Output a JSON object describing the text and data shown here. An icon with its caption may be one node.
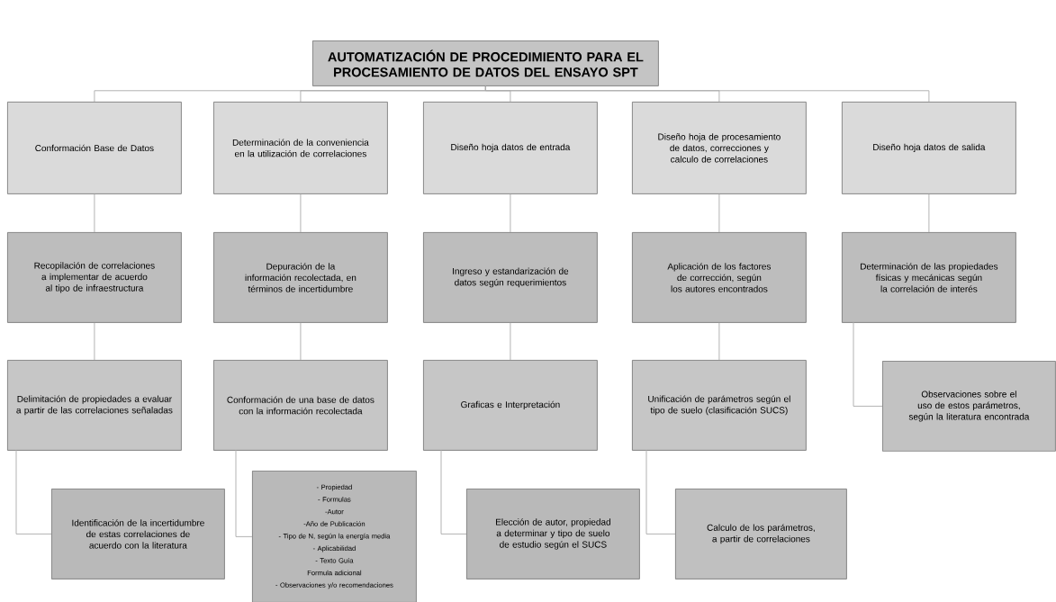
{
  "diagram": {
    "nodes": [
      {
        "text": [
          "AUTOMATIZACIÓN DE PROCEDIMIENTO PARA EL PROCESAMIENTO DE DATOS DEL ENSAYO SPT"
        ]
      },
      {
        "text": [
          "Conformación Base de Datos"
        ]
      },
      {
        "text": [
          "Determinación de la conveniencia en la utilización de correlaciones"
        ]
      },
      {
        "text": [
          "Diseño hoja datos de entrada"
        ]
      },
      {
        "text": [
          "Diseño hoja de procesamiento de datos, correcciones y calculo de correlaciones"
        ]
      },
      {
        "text": [
          "Diseño hoja datos de salida"
        ]
      },
      {
        "text": [
          "Recopilación de correlaciones a implementar de acuerdo al tipo de infraestructura"
        ]
      },
      {
        "text": [
          "Depuración de la información recolectada, en términos de incertidumbre"
        ]
      },
      {
        "text": [
          "Ingreso y estandarización de datos según requerimientos"
        ]
      },
      {
        "text": [
          "Aplicación de los factores de corrección, según los autores encontrados"
        ]
      },
      {
        "text": [
          "Determinación de las propiedades físicas y mecánicas según la correlación de interés"
        ]
      },
      {
        "text": [
          "Delimitación de propiedades a evaluar a partir de las correlaciones señaladas"
        ]
      },
      {
        "text": [
          "Conformación de una base de datos con la información recolectada"
        ]
      },
      {
        "text": [
          "Graficas e Interpretación"
        ]
      },
      {
        "text": [
          "Unificación de parámetros según el tipo de suelo (clasificación SUCS)"
        ]
      },
      {
        "text": [
          "Observaciones sobre el uso de estos parámetros, según la literatura encontrada"
        ]
      },
      {
        "text": [
          "Identificación de la incertidumbre de estas correlaciones de acuerdo con la literatura"
        ]
      },
      {
        "text": [
          "- Propiedad",
          "- Formulas",
          "-Autor",
          "-Año de Publicación",
          "- Tipo de N, según la energía media",
          "- Aplicabilidad",
          "- Texto Guía",
          "Formula adicional",
          "- Observaciones y/o recomendaciones"
        ]
      },
      {
        "text": [
          "Elección de autor, propiedad a determinar y tipo de suelo de estudio según el SUCS"
        ]
      },
      {
        "text": [
          "Calculo de los parámetros, a partir de correlaciones"
        ]
      }
    ],
    "edges": [
      {
        "from": 0,
        "to": 1,
        "arrow": "none"
      },
      {
        "from": 0,
        "to": 2,
        "arrow": "none"
      },
      {
        "from": 0,
        "to": 3,
        "arrow": "none"
      },
      {
        "from": 0,
        "to": 4,
        "arrow": "none"
      },
      {
        "from": 0,
        "to": 5,
        "arrow": "none"
      },
      {
        "from": 1,
        "to": 6,
        "arrow": "none"
      },
      {
        "from": 2,
        "to": 7,
        "arrow": "none"
      },
      {
        "from": 3,
        "to": 8,
        "arrow": "none"
      },
      {
        "from": 4,
        "to": 9,
        "arrow": "none"
      },
      {
        "from": 5,
        "to": 10,
        "arrow": "none"
      },
      {
        "from": 6,
        "to": 11,
        "arrow": "none"
      },
      {
        "from": 7,
        "to": 12,
        "arrow": "none"
      },
      {
        "from": 8,
        "to": 13,
        "arrow": "none"
      },
      {
        "from": 9,
        "to": 14,
        "arrow": "none"
      },
      {
        "from": 10,
        "to": 15,
        "arrow": "none"
      },
      {
        "from": 11,
        "to": 16,
        "arrow": "none"
      },
      {
        "from": 12,
        "to": 17,
        "arrow": "none"
      },
      {
        "from": 13,
        "to": 18,
        "arrow": "none"
      },
      {
        "from": 14,
        "to": 19,
        "arrow": "none"
      }
    ]
  }
}
